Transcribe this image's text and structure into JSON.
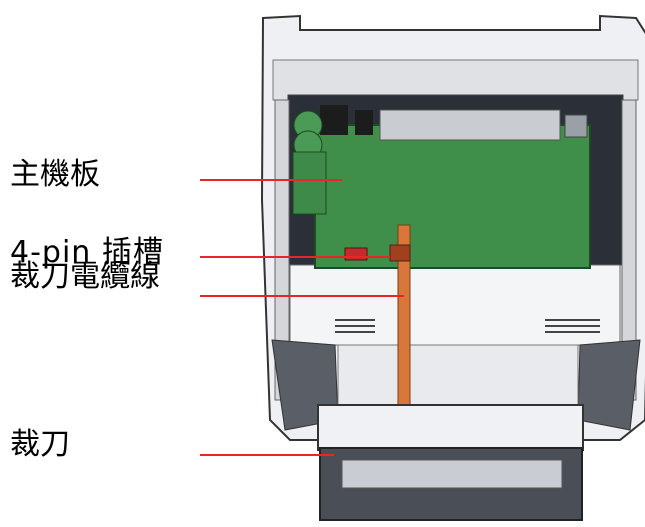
{
  "labels": {
    "mainboard": "主機板",
    "connector": "4-pin 插槽",
    "cutter_cable": "裁刀電纜線",
    "cutter": "裁刀"
  },
  "colors": {
    "leader_line": "#e8262a",
    "board_green": "#3f8f4a",
    "cable_orange": "#d9773b",
    "housing_gray": "#e6e7ea",
    "outline": "#333333"
  }
}
